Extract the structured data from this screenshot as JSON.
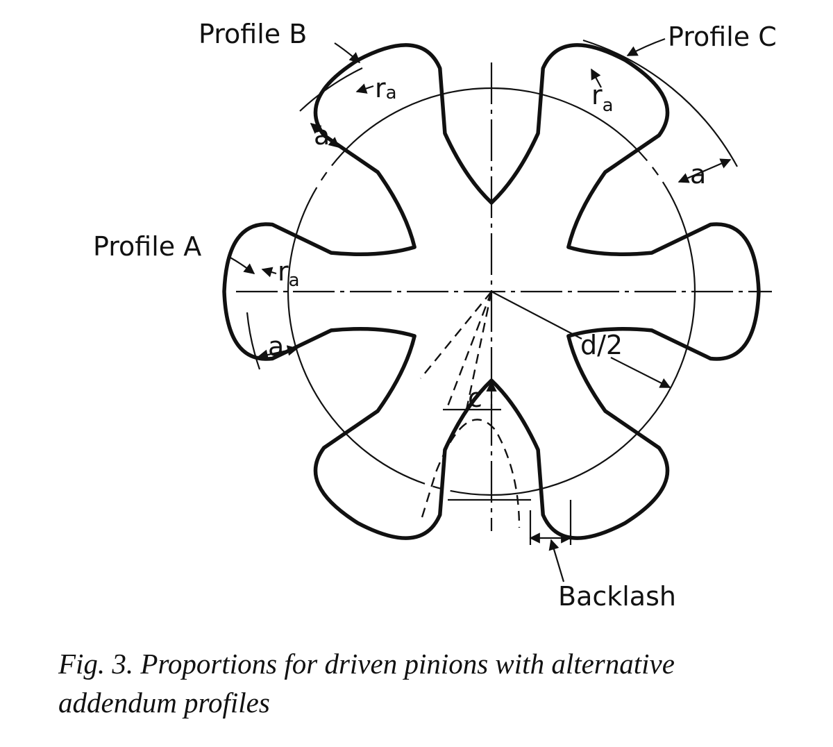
{
  "labels": {
    "profile_a": "Profile A",
    "profile_b": "Profile B",
    "profile_c": "Profile C",
    "r_a": "r",
    "r_a_sub": "a",
    "a": "a",
    "half_d": "d/2",
    "c": "c",
    "backlash": "Backlash"
  },
  "caption": {
    "line1": "Fig. 3.  Proportions for driven pinions with alternative",
    "line2": "addendum profiles"
  }
}
